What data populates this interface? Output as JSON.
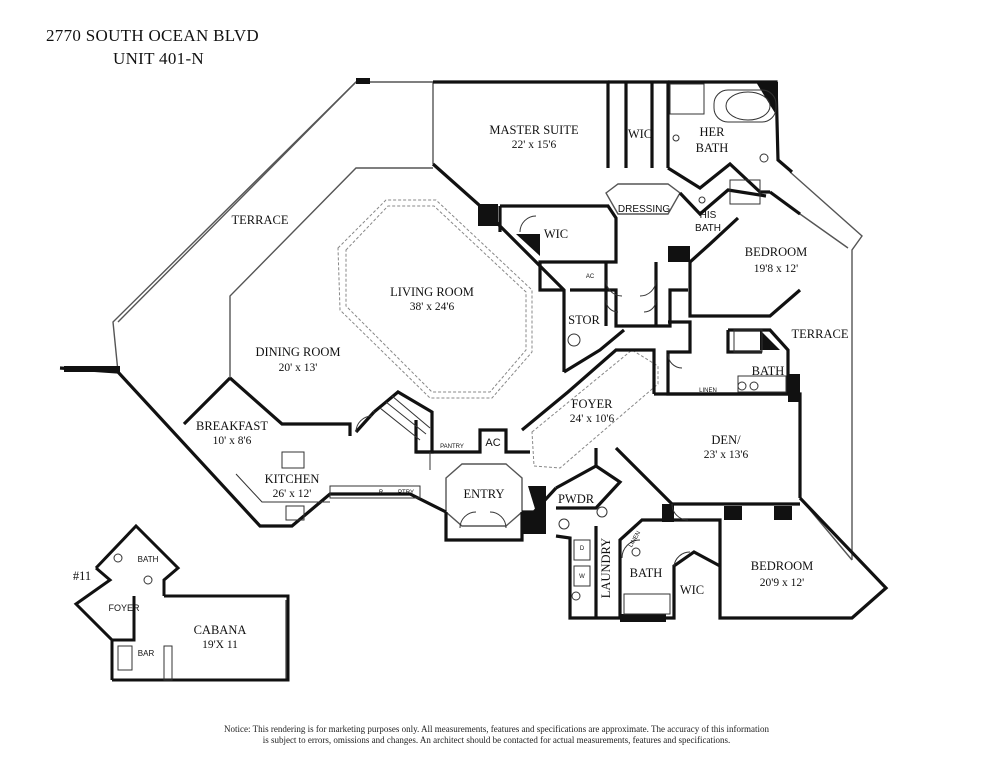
{
  "header": {
    "address": "2770 SOUTH OCEAN BLVD",
    "unit": "UNIT 401-N"
  },
  "rooms": {
    "master_suite": {
      "name": "MASTER SUITE",
      "dims": "22' x 15'6"
    },
    "wic_master": {
      "name": "WIC"
    },
    "her_bath": {
      "name1": "HER",
      "name2": "BATH"
    },
    "dressing": {
      "name": "DRESSING"
    },
    "his_bath": {
      "name1": "HIS",
      "name2": "BATH"
    },
    "wic_2": {
      "name": "WIC"
    },
    "bedroom_1": {
      "name": "BEDROOM",
      "dims": "19'8 x 12'"
    },
    "terrace_west": {
      "name": "TERRACE"
    },
    "terrace_east": {
      "name": "TERRACE"
    },
    "living_room": {
      "name": "LIVING ROOM",
      "dims": "38' x 24'6"
    },
    "dining_room": {
      "name": "DINING ROOM",
      "dims": "20' x 13'"
    },
    "stor": {
      "name": "STOR"
    },
    "ac_small": {
      "name": "AC"
    },
    "bath_1": {
      "name": "BATH"
    },
    "linen_1": {
      "name": "LINEN"
    },
    "breakfast": {
      "name": "BREAKFAST",
      "dims": "10' x 8'6"
    },
    "foyer": {
      "name": "FOYER",
      "dims": "24' x 10'6"
    },
    "den": {
      "name1": "DEN/",
      "dims": "23' x 13'6"
    },
    "pantry": {
      "name": "PANTRY"
    },
    "ac_2": {
      "name": "AC"
    },
    "kitchen": {
      "name": "KITCHEN",
      "dims": "26' x 12'"
    },
    "entry": {
      "name": "ENTRY"
    },
    "pwdr": {
      "name": "PWDR"
    },
    "laundry": {
      "name": "LAUNDRY"
    },
    "linen_2": {
      "name": "LINEN"
    },
    "bath_2": {
      "name": "BATH"
    },
    "wic_3": {
      "name": "WIC"
    },
    "bedroom_2": {
      "name": "BEDROOM",
      "dims": "20'9 x 12'"
    },
    "appliance_d": {
      "name": "D"
    },
    "appliance_w": {
      "name": "W"
    },
    "kitchen_r": {
      "name": "R"
    },
    "kitchen_ptry": {
      "name": "PTRY"
    }
  },
  "cabana": {
    "number": "#11",
    "bath": "BATH",
    "foyer": "FOYER",
    "name": "CABANA",
    "dims": "19'X 11",
    "bar": "BAR"
  },
  "notice": {
    "line1": "Notice: This rendering is for marketing purposes only. All measurements, features and specifications are approximate. The accuracy of this information",
    "line2": "is subject to errors, omissions and changes. An architect should be contacted for actual measurements, features and specifications."
  }
}
